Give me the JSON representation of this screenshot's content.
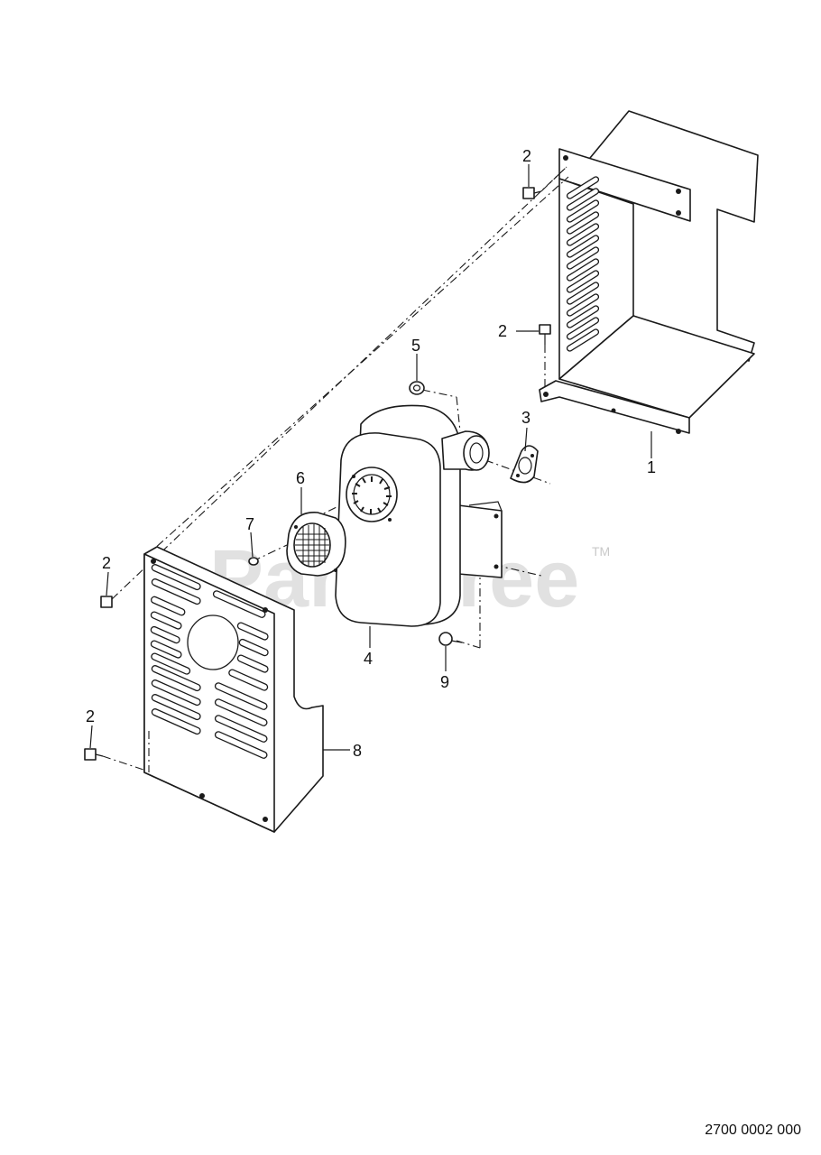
{
  "callouts": {
    "c1": "1",
    "c2a": "2",
    "c2b": "2",
    "c2c": "2",
    "c2d": "2",
    "c3": "3",
    "c4": "4",
    "c5": "5",
    "c6": "6",
    "c7": "7",
    "c8": "8",
    "c9": "9"
  },
  "watermark": {
    "text": "PartsTree",
    "trademark": "TM"
  },
  "diagram_code": "2700 0002 000"
}
